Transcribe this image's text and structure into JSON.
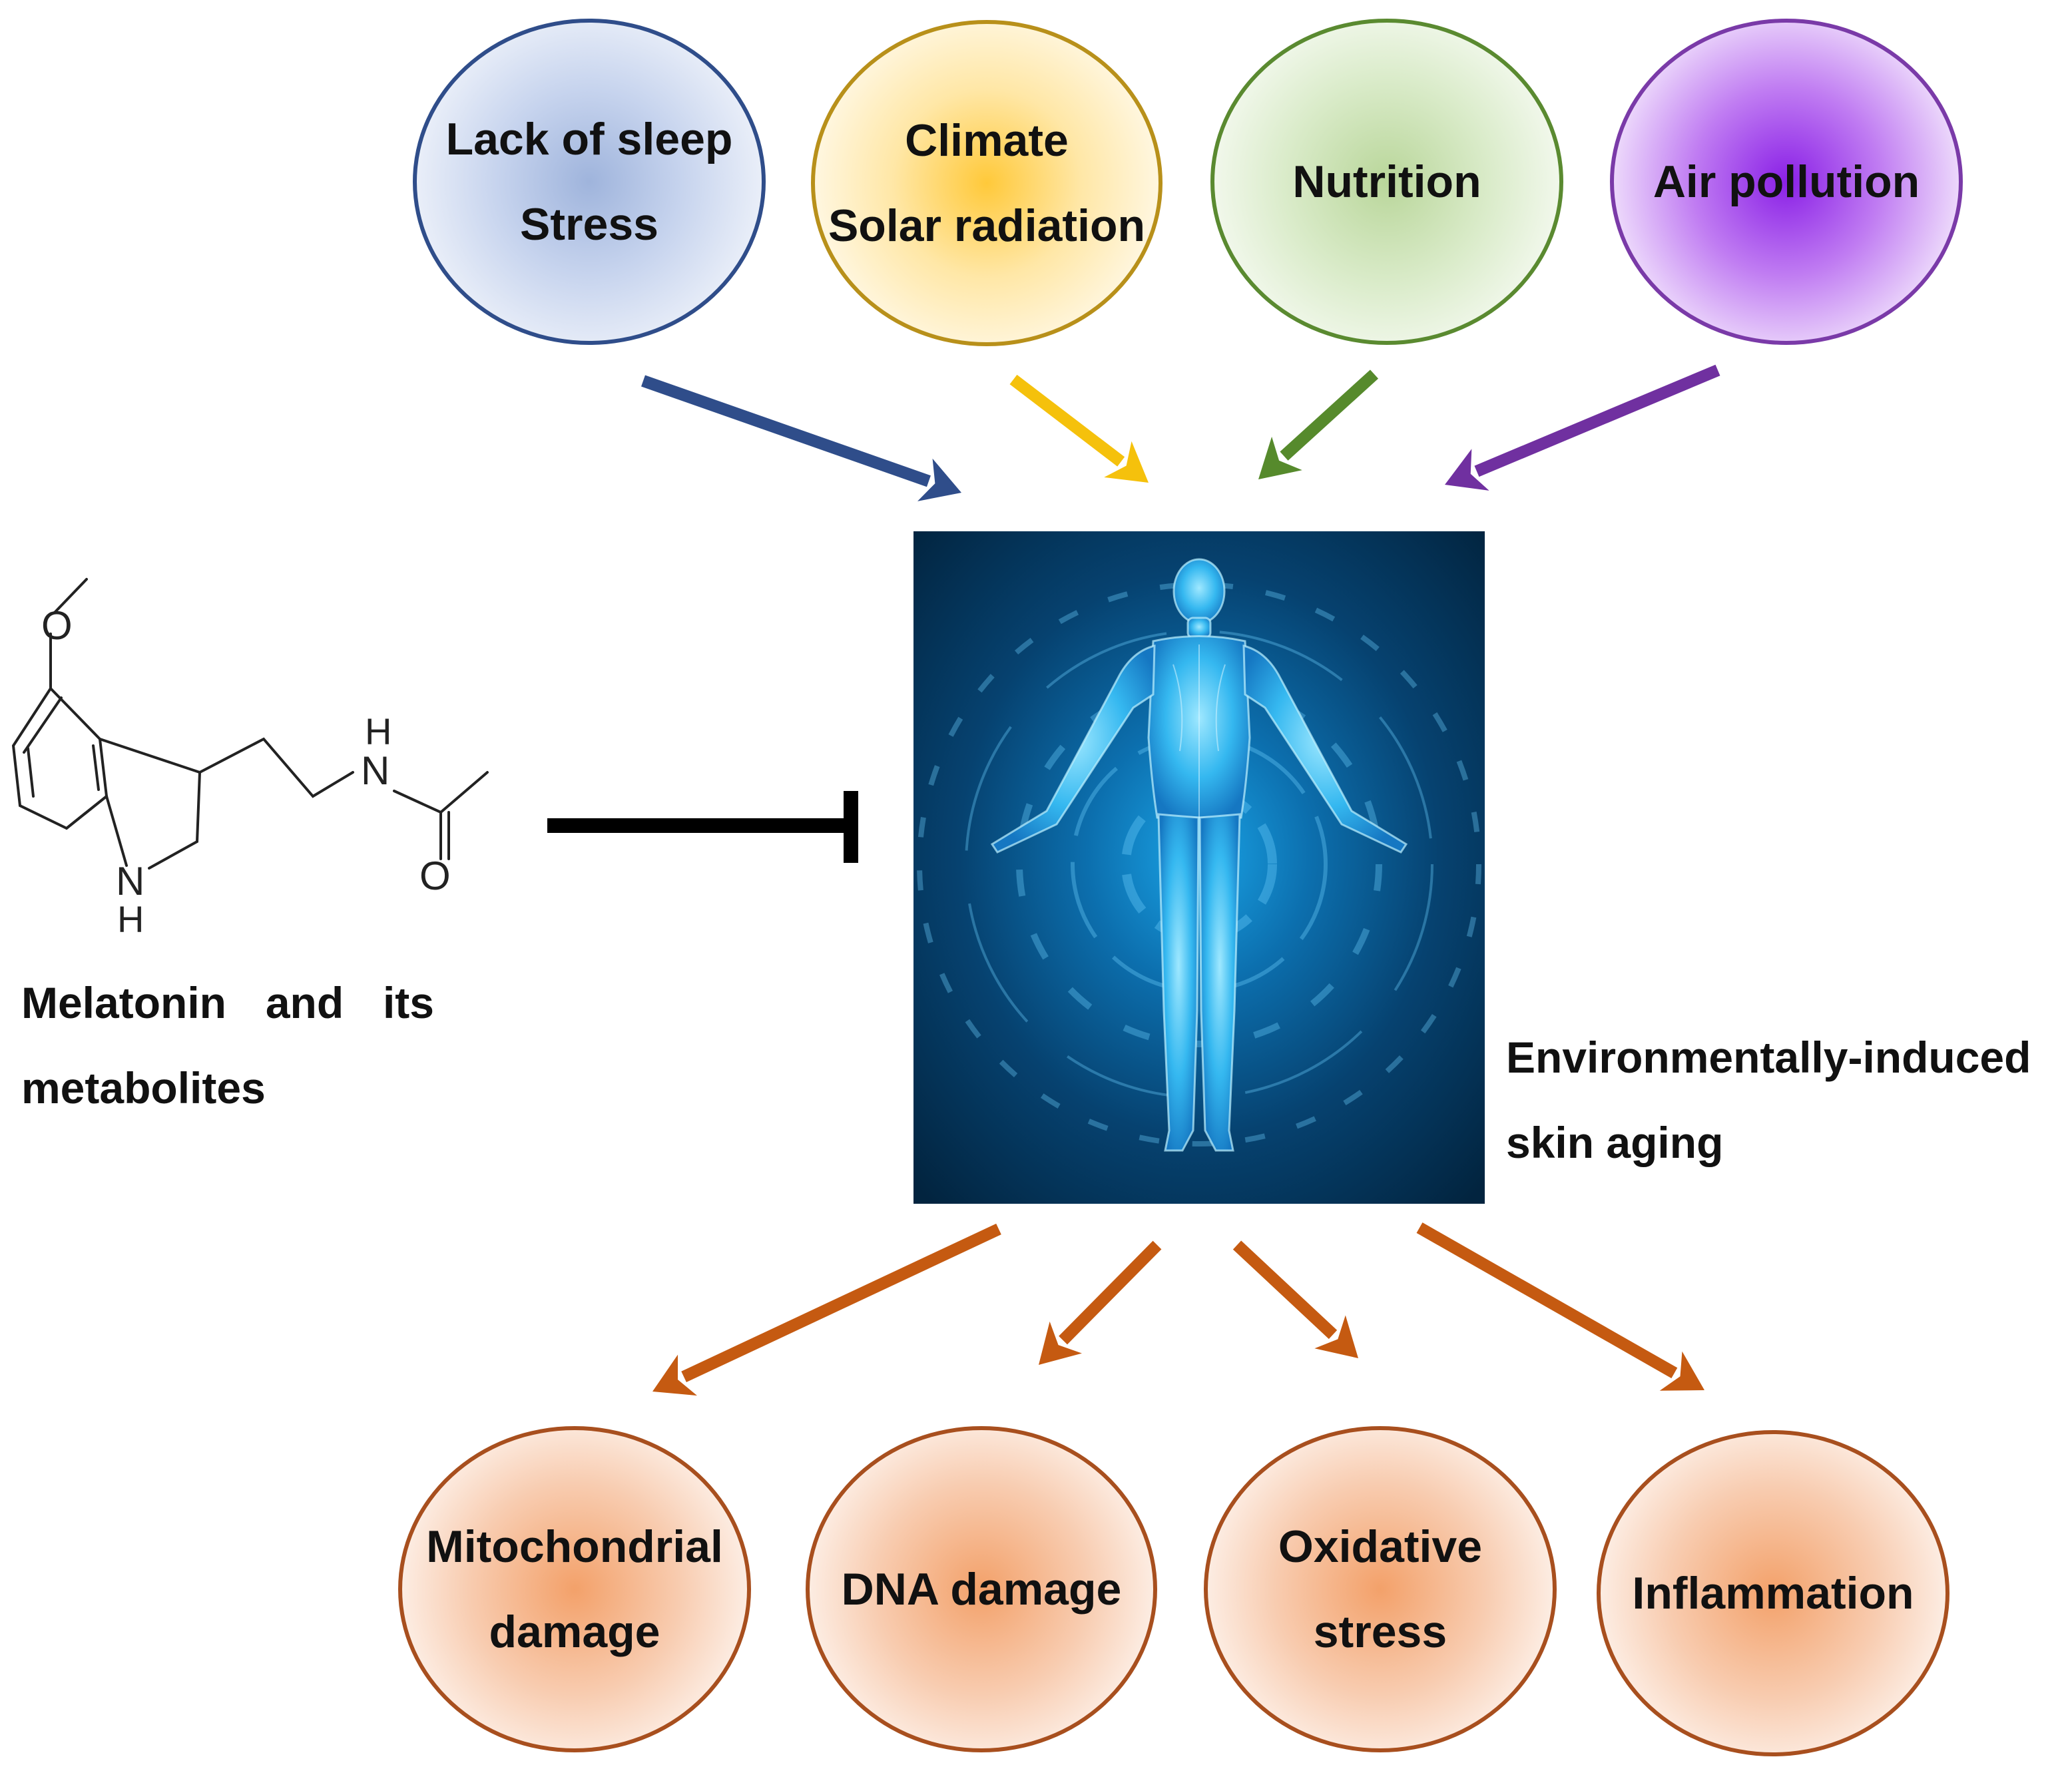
{
  "factors": [
    {
      "lines": [
        "Lack of sleep",
        "Stress"
      ],
      "color": "#2f4d8a"
    },
    {
      "lines": [
        "Climate",
        "Solar radiation"
      ],
      "color": "#f5c10c"
    },
    {
      "lines": [
        "Nutrition"
      ],
      "color": "#568a2c"
    },
    {
      "lines": [
        "Air pollution"
      ],
      "color": "#7030a0"
    }
  ],
  "center": {
    "caption_lines": [
      "Environmentally-induced",
      "skin aging"
    ]
  },
  "inhibitor": {
    "caption_row1": [
      "Melatonin",
      "and",
      "its"
    ],
    "caption_row2": "metabolites",
    "atom_labels": {
      "O_methoxy": "O",
      "N_amide": "N",
      "H_amide": "H",
      "O_carbonyl": "O",
      "N_indole": "N",
      "H_indole": "H"
    }
  },
  "effects": [
    {
      "lines": [
        "Mitochondrial",
        "damage"
      ]
    },
    {
      "lines": [
        "DNA damage"
      ]
    },
    {
      "lines": [
        "Oxidative",
        "stress"
      ]
    },
    {
      "lines": [
        "Inflammation"
      ]
    }
  ],
  "colors": {
    "effect_arrow": "#c55a11",
    "inhibit_bar": "#000000",
    "panel_bg_dark": "#02243f",
    "panel_bg_glow": "#1aa3e6"
  }
}
